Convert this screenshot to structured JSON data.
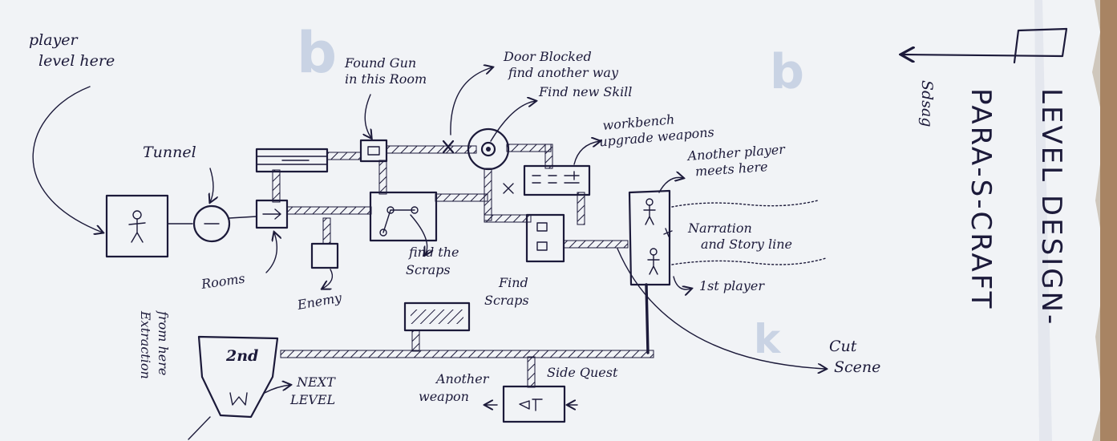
{
  "title": {
    "line1": "LEVEL DESIGN-",
    "line2": "PARA-S-CRAFT",
    "tag": "Sdsag"
  },
  "labels": {
    "player_level": [
      "player",
      "level here"
    ],
    "tunnel": "Tunnel",
    "rooms": "Rooms",
    "found_gun": [
      "Found Gun",
      "in this Room"
    ],
    "door_blocked": [
      "Door Blocked",
      "find another way"
    ],
    "find_new_skill": "Find new Skill",
    "workbench": [
      "workbench",
      "upgrade weapons"
    ],
    "another_player": [
      "Another player",
      "meets here"
    ],
    "narration": [
      "Narration",
      "and Story line"
    ],
    "first_player": "1st player",
    "cut_scene": [
      "Cut",
      "Scene"
    ],
    "enemy": "Enemy",
    "find_scraps_1": [
      "find the",
      "Scraps"
    ],
    "find_scraps_2": [
      "Find",
      "Scraps"
    ],
    "extraction": [
      "Extraction",
      "from here"
    ],
    "second": "2nd",
    "next_level": [
      "NEXT",
      "LEVEL"
    ],
    "another_weapon": [
      "Another",
      "weapon"
    ],
    "side_quest": "Side Quest"
  },
  "icons": {
    "start_room": "stick-figure-icon",
    "tunnel": "tunnel-circle-icon",
    "door": "arrow-room-icon",
    "gun_room": "gun-icon",
    "blocked_door": "x-mark-icon",
    "skill": "disc-icon",
    "workbench": "workbench-icon",
    "extraction": "extraction-funnel-icon"
  }
}
